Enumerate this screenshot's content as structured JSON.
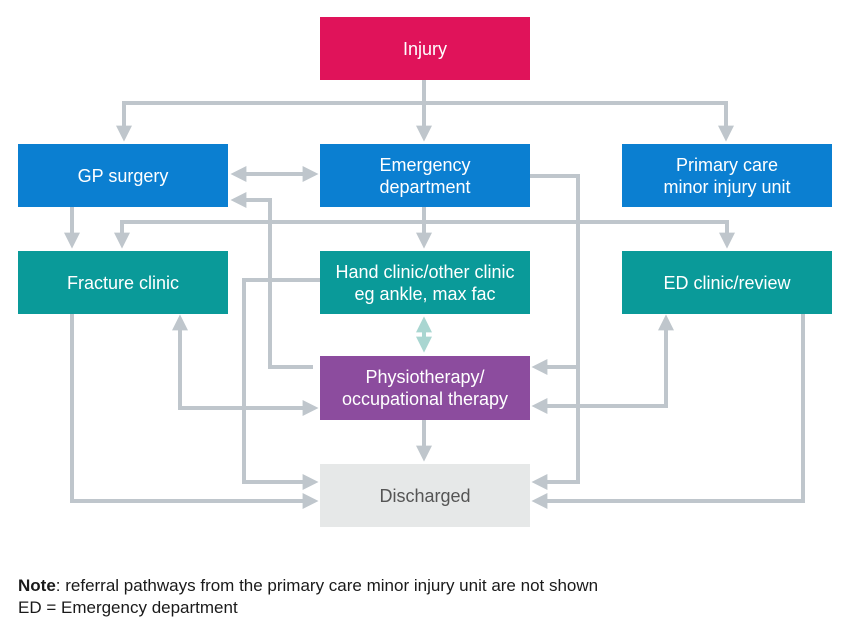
{
  "nodes": {
    "injury": "Injury",
    "gp": "GP surgery",
    "ed": "Emergency\ndepartment",
    "primary": "Primary care\nminor injury unit",
    "fracture": "Fracture clinic",
    "hand": "Hand clinic/other clinic\neg ankle, max fac",
    "edclinic": "ED clinic/review",
    "physio": "Physiotherapy/\noccupational therapy",
    "discharged": "Discharged"
  },
  "colors": {
    "injury": "#e0135a",
    "blue": "#0b7fd1",
    "teal": "#0a9a99",
    "purple": "#8c4c9e",
    "discharged": "#e6e8e8",
    "discharged_text": "#555555",
    "arrow": "#bfc6cc",
    "arrow_light": "#a9d6d1"
  },
  "note": {
    "label": "Note",
    "text": ": referral pathways from the primary care minor injury unit are not shown",
    "line2": "ED = Emergency department"
  }
}
